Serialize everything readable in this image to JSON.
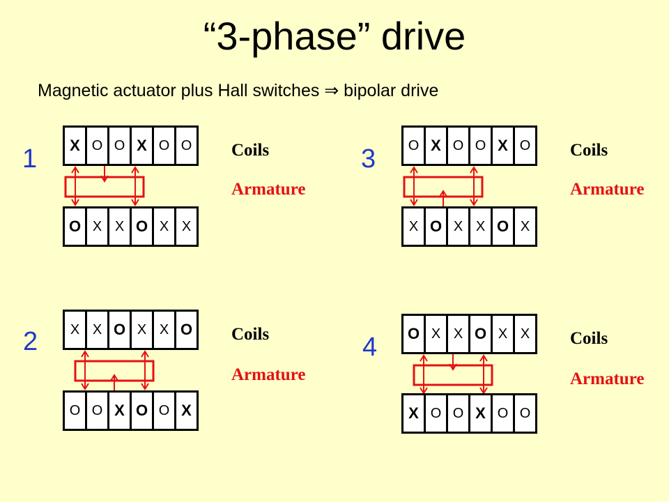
{
  "title": "“3-phase” drive",
  "subtitle": "Magnetic actuator plus Hall switches ⇒ bipolar drive",
  "colors": {
    "background": "#ffffcc",
    "armature": "#e41212",
    "panel_number": "#1f39c8"
  },
  "panels": [
    {
      "number": "1",
      "coils_label": "Coils",
      "armature_label": "Armature",
      "top_row": [
        {
          "t": "X",
          "bold": true
        },
        {
          "t": "O",
          "bold": false
        },
        {
          "t": "O",
          "bold": false
        },
        {
          "t": "X",
          "bold": true
        },
        {
          "t": "O",
          "bold": false
        },
        {
          "t": "O",
          "bold": false
        }
      ],
      "bottom_row": [
        {
          "t": "O",
          "bold": true
        },
        {
          "t": "X",
          "bold": false
        },
        {
          "t": "X",
          "bold": false
        },
        {
          "t": "O",
          "bold": true
        },
        {
          "t": "X",
          "bold": false
        },
        {
          "t": "X",
          "bold": false
        }
      ],
      "arrows": [
        "up",
        "down",
        "up"
      ]
    },
    {
      "number": "2",
      "coils_label": "Coils",
      "armature_label": "Armature",
      "top_row": [
        {
          "t": "X",
          "bold": false
        },
        {
          "t": "X",
          "bold": false
        },
        {
          "t": "O",
          "bold": true
        },
        {
          "t": "X",
          "bold": false
        },
        {
          "t": "X",
          "bold": false
        },
        {
          "t": "O",
          "bold": true
        }
      ],
      "bottom_row": [
        {
          "t": "O",
          "bold": false
        },
        {
          "t": "O",
          "bold": false
        },
        {
          "t": "X",
          "bold": true
        },
        {
          "t": "O",
          "bold": true
        },
        {
          "t": "O",
          "bold": false
        },
        {
          "t": "X",
          "bold": true
        }
      ],
      "arrows": [
        "down",
        "up",
        "down"
      ]
    },
    {
      "number": "3",
      "coils_label": "Coils",
      "armature_label": "Armature",
      "top_row": [
        {
          "t": "O",
          "bold": false
        },
        {
          "t": "X",
          "bold": true
        },
        {
          "t": "O",
          "bold": false
        },
        {
          "t": "O",
          "bold": false
        },
        {
          "t": "X",
          "bold": true
        },
        {
          "t": "O",
          "bold": false
        }
      ],
      "bottom_row": [
        {
          "t": "X",
          "bold": false
        },
        {
          "t": "O",
          "bold": true
        },
        {
          "t": "X",
          "bold": false
        },
        {
          "t": "X",
          "bold": false
        },
        {
          "t": "O",
          "bold": true
        },
        {
          "t": "X",
          "bold": false
        }
      ],
      "arrows": [
        "down",
        "up",
        "down"
      ]
    },
    {
      "number": "4",
      "coils_label": "Coils",
      "armature_label": "Armature",
      "top_row": [
        {
          "t": "O",
          "bold": true
        },
        {
          "t": "X",
          "bold": false
        },
        {
          "t": "X",
          "bold": false
        },
        {
          "t": "O",
          "bold": true
        },
        {
          "t": "X",
          "bold": false
        },
        {
          "t": "X",
          "bold": false
        }
      ],
      "bottom_row": [
        {
          "t": "X",
          "bold": true
        },
        {
          "t": "O",
          "bold": false
        },
        {
          "t": "O",
          "bold": false
        },
        {
          "t": "X",
          "bold": true
        },
        {
          "t": "O",
          "bold": false
        },
        {
          "t": "O",
          "bold": false
        }
      ],
      "arrows": [
        "up",
        "down",
        "up"
      ]
    }
  ]
}
